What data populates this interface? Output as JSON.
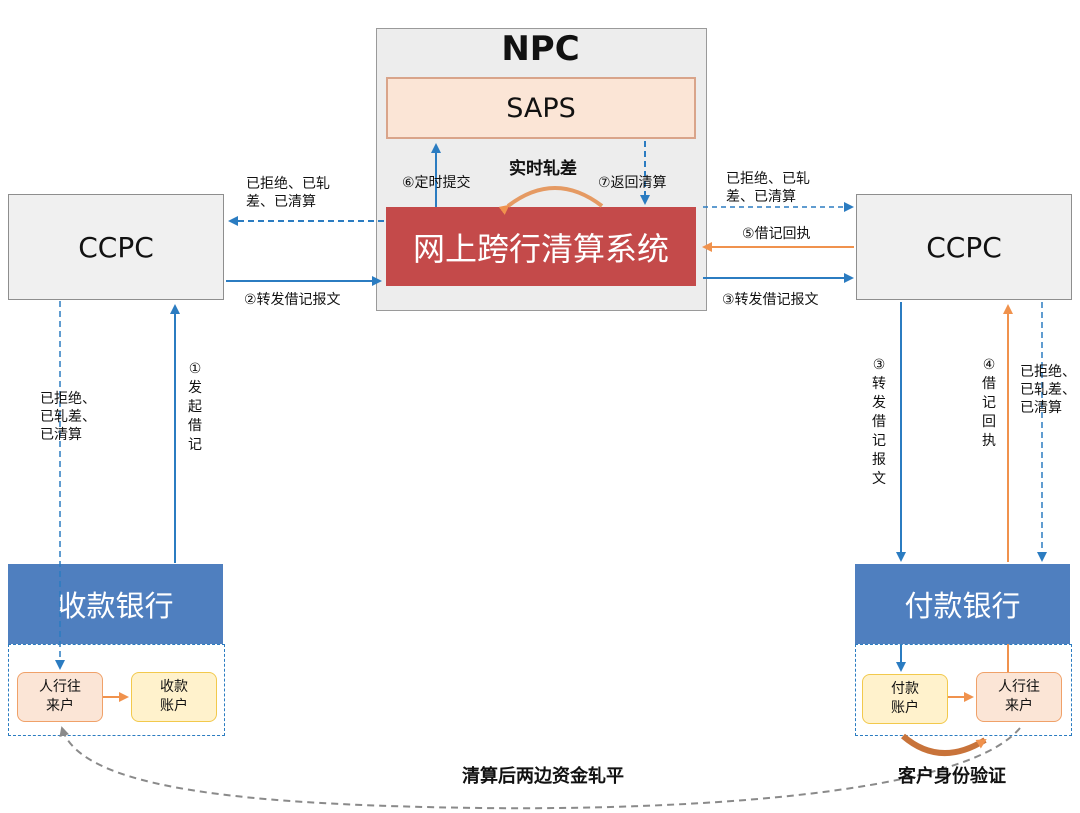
{
  "npc": {
    "title": "NPC",
    "saps": "SAPS",
    "system": "网上跨行清算系统",
    "realtime": "实时轧差"
  },
  "ccpc_left": "CCPC",
  "ccpc_right": "CCPC",
  "bank_left": "收款银行",
  "bank_right": "付款银行",
  "accounts": {
    "left_interbank": "人行往\n来户",
    "left_receive": "收款\n账户",
    "right_pay": "付款\n账户",
    "right_interbank": "人行往\n来户"
  },
  "labels": {
    "rejected_top_left": "已拒绝、已轧\n差、已清算",
    "forward_debit_left": "②转发借记报文",
    "timed_submit": "⑥定时提交",
    "return_clear": "⑦返回清算",
    "rejected_top_right": "已拒绝、已轧\n差、已清算",
    "debit_receipt": "⑤借记回执",
    "forward_debit_right": "③转发借记报文",
    "rejected_left_vert": "已拒绝、\n已轧差、\n已清算",
    "initiate_debit": "①发起借记",
    "forward_debit_vert": "③转发借记报文",
    "debit_receipt_vert": "④借记回执",
    "rejected_right_vert": "已拒绝、\n已轧差、\n已清算",
    "settle_balance": "清算后两边资金轧平",
    "identity_verify": "客户身份验证"
  },
  "colors": {
    "blue": "#2b7cc1",
    "orange": "#f0924d",
    "red_box": "#c44a4a",
    "bank_blue": "#4f7fbf"
  }
}
